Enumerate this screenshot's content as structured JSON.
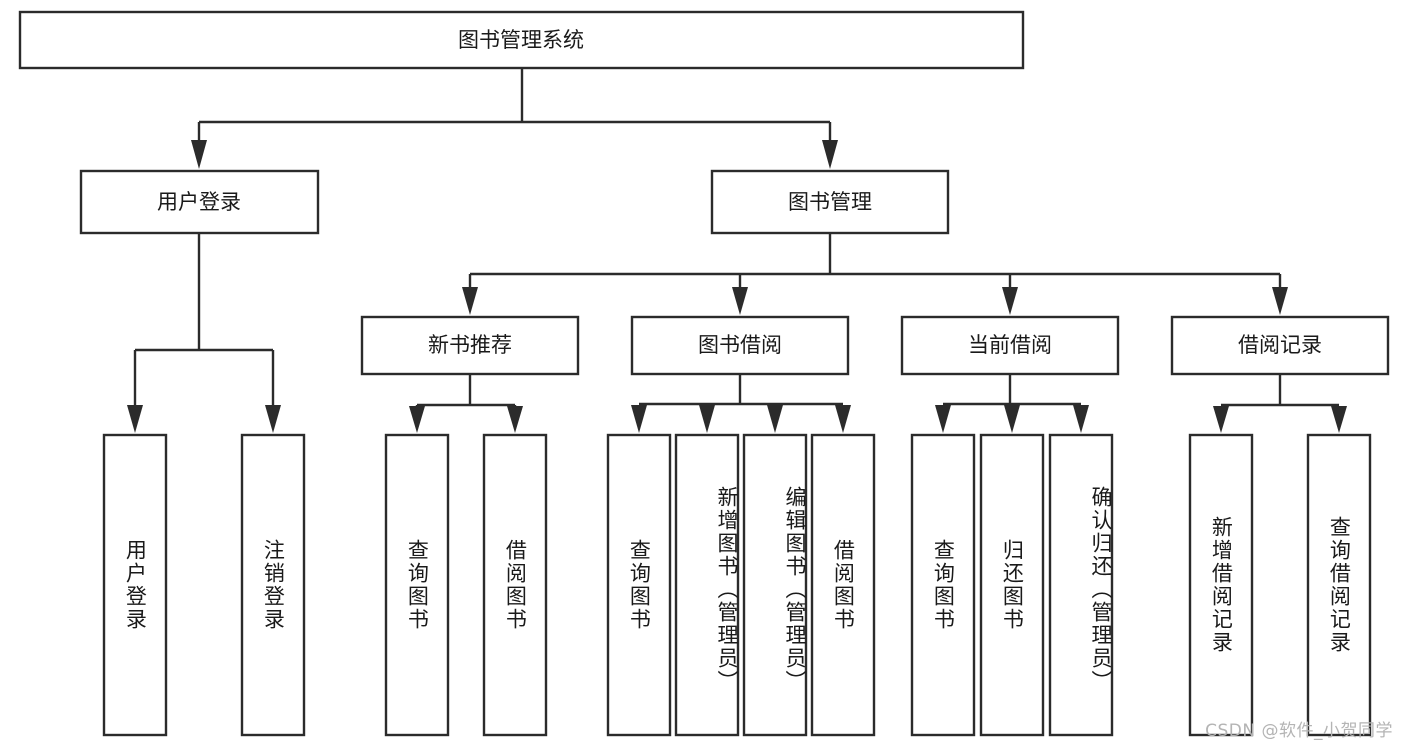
{
  "diagram": {
    "title": "图书管理系统",
    "type": "tree-hierarchy-chart",
    "watermark": "CSDN @软件_小贺同学",
    "colors": {
      "stroke": "#2b2b2b",
      "fill": "#ffffff",
      "text": "#1a1a1a",
      "watermark": "#b4b4b4"
    },
    "root": {
      "label": "图书管理系统"
    },
    "level2": [
      {
        "label": "用户登录"
      },
      {
        "label": "图书管理"
      }
    ],
    "level3": [
      {
        "label": "新书推荐"
      },
      {
        "label": "图书借阅"
      },
      {
        "label": "当前借阅"
      },
      {
        "label": "借阅记录"
      }
    ],
    "leaves": {
      "user_login": [
        {
          "label": "用户登录"
        },
        {
          "label": "注销登录"
        }
      ],
      "new_book_recommend": [
        {
          "label": "查询图书"
        },
        {
          "label": "借阅图书"
        }
      ],
      "book_borrow": [
        {
          "label": "查询图书"
        },
        {
          "label": "新增图书（管理员）"
        },
        {
          "label": "编辑图书（管理员）"
        },
        {
          "label": "借阅图书"
        }
      ],
      "current_borrow": [
        {
          "label": "查询图书"
        },
        {
          "label": "归还图书"
        },
        {
          "label": "确认归还（管理员）"
        }
      ],
      "borrow_record": [
        {
          "label": "新增借阅记录"
        },
        {
          "label": "查询借阅记录"
        }
      ]
    }
  }
}
